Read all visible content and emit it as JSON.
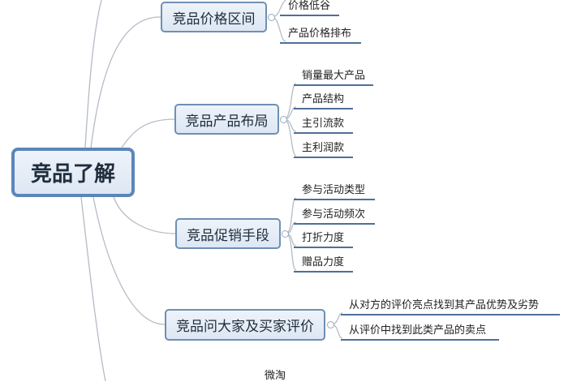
{
  "root": {
    "label": "竞品了解"
  },
  "branches": [
    {
      "label": "竞品价格区间",
      "children": [
        "价格低谷",
        "产品价格排布"
      ]
    },
    {
      "label": "竞品产品布局",
      "children": [
        "销量最大产品",
        "产品结构",
        "主引流款",
        "主利润款"
      ]
    },
    {
      "label": "竞品促销手段",
      "children": [
        "参与活动类型",
        "参与活动频次",
        "打折力度",
        "赠品力度"
      ]
    },
    {
      "label": "竞品问大家及买家评价",
      "children": [
        "从对方的评价亮点找到其产品优势及劣势",
        "从评价中找到此类产品的卖点"
      ]
    }
  ],
  "partial": {
    "label": "微淘"
  }
}
